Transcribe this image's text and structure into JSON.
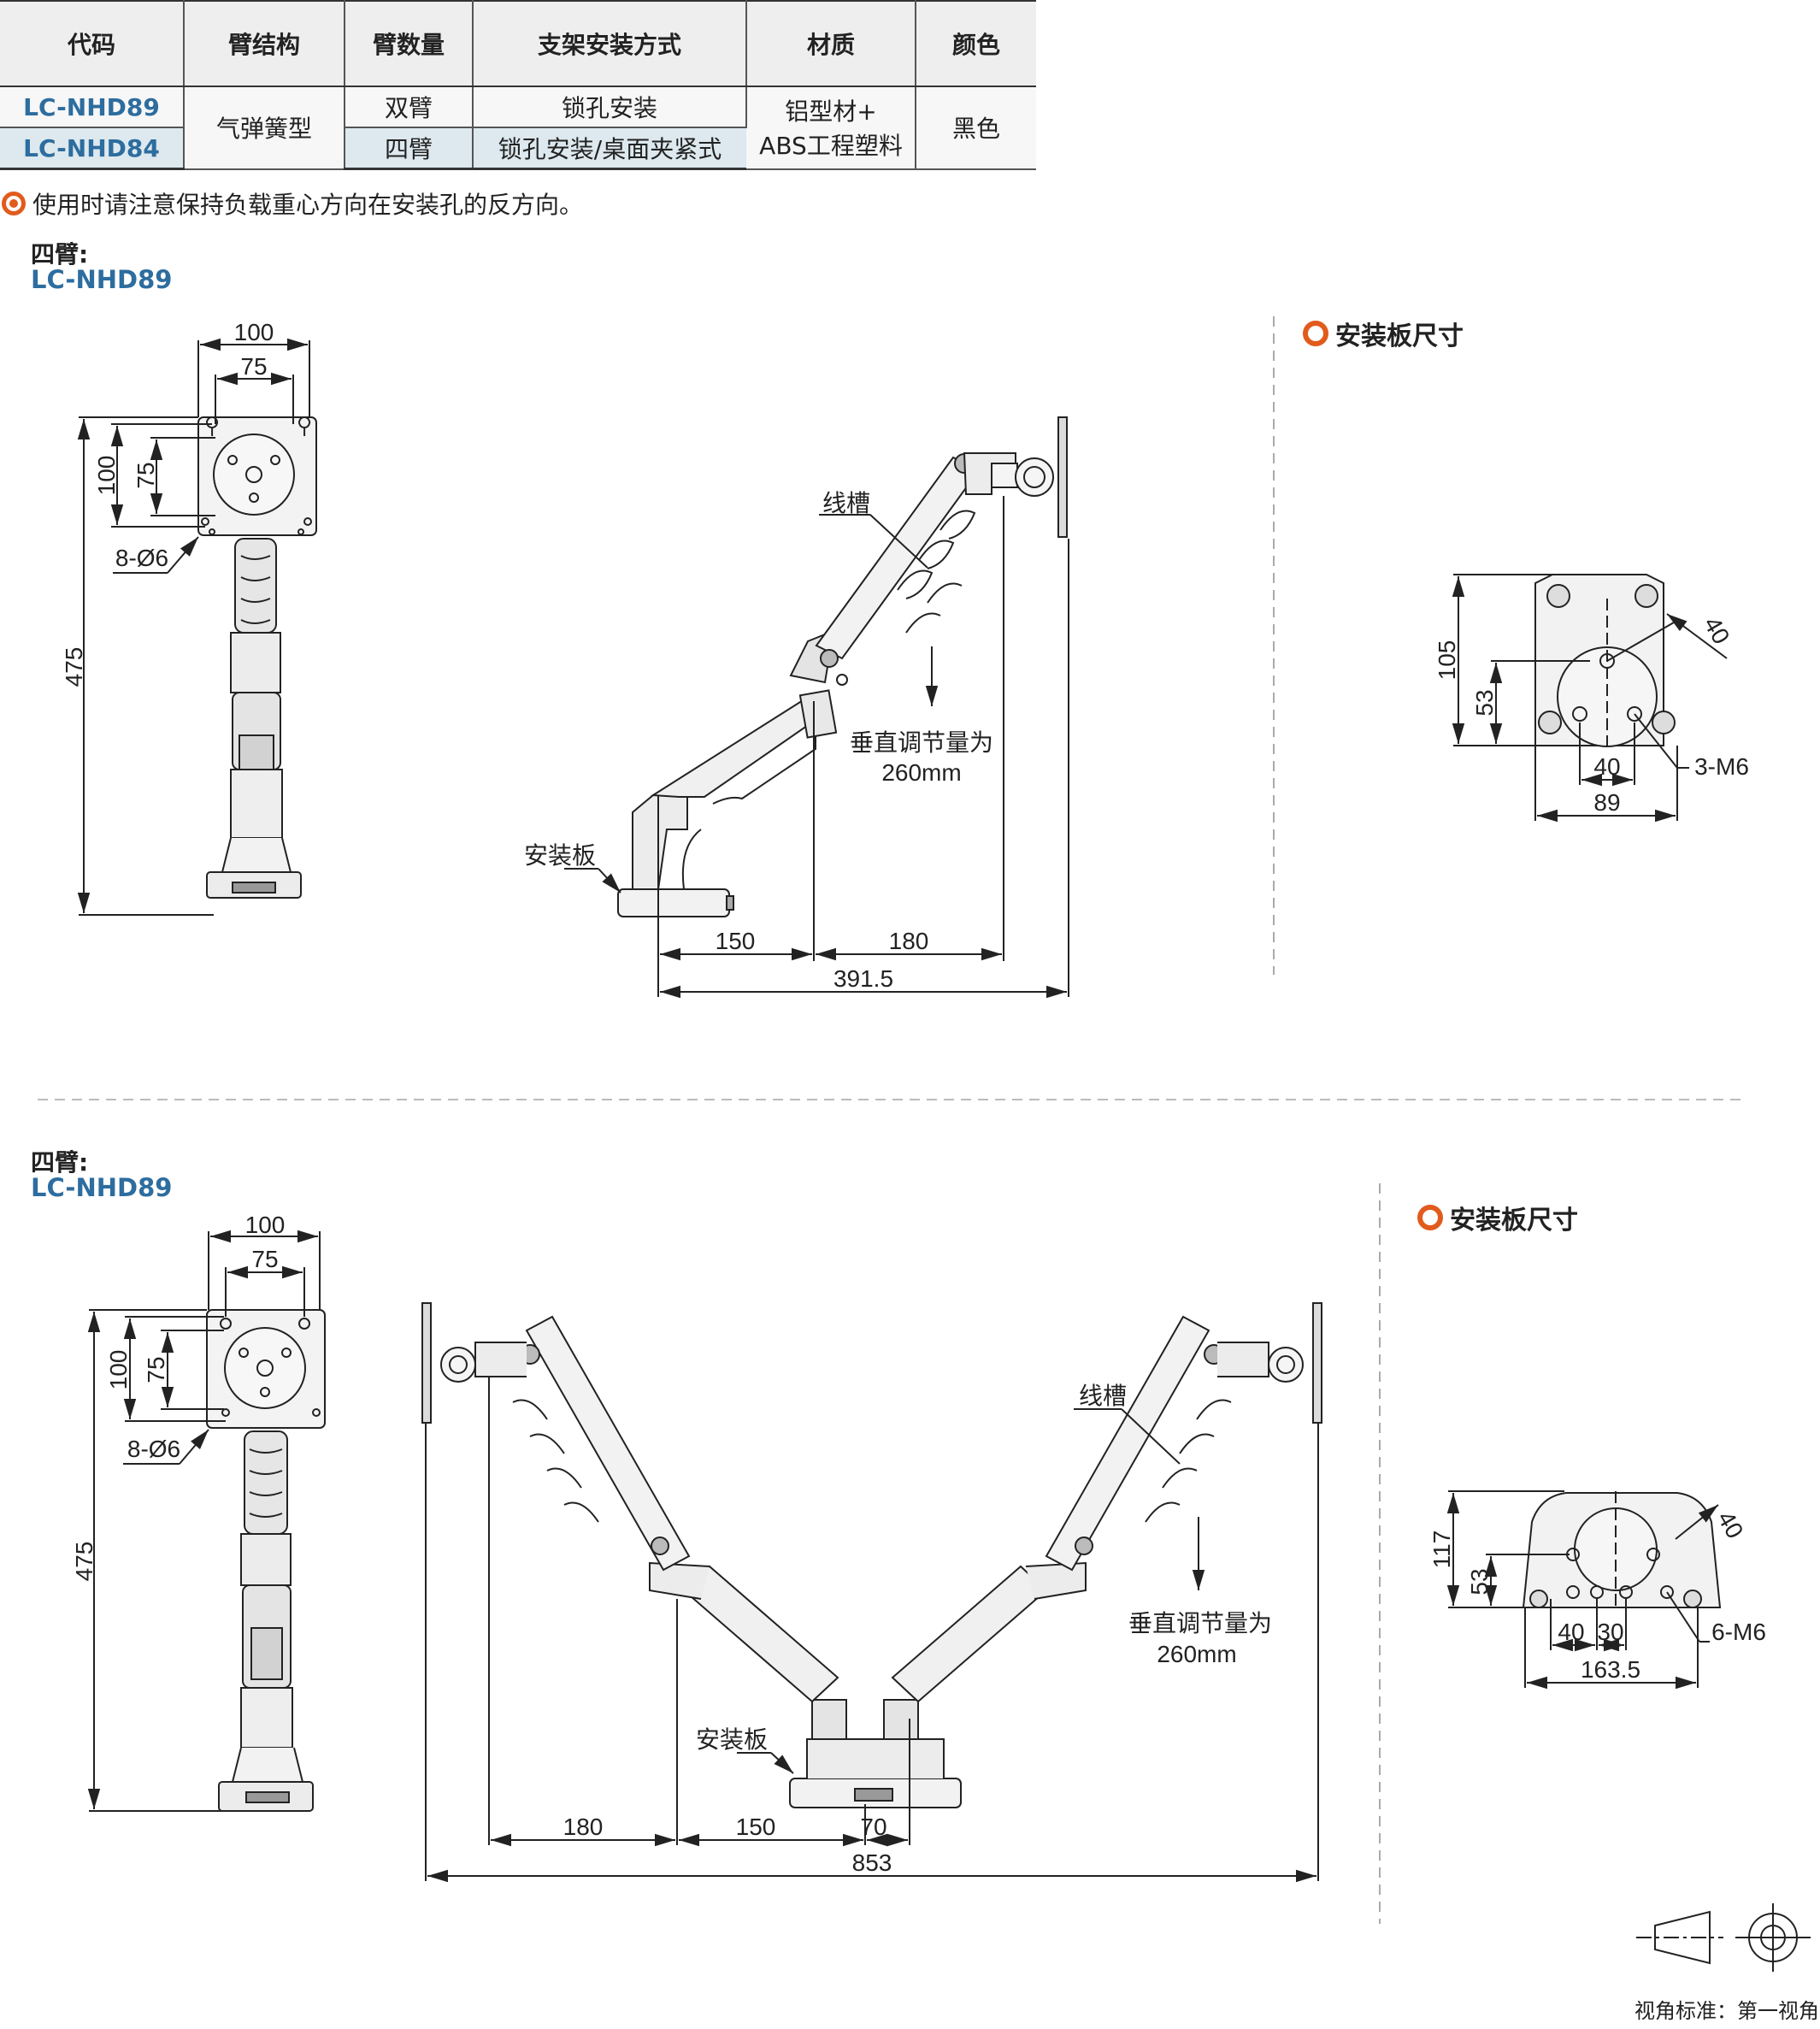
{
  "table": {
    "headers": [
      "代码",
      "臂结构",
      "臂数量",
      "支架安装方式",
      "材质",
      "颜色"
    ],
    "rows": [
      {
        "code": "LC-NHD89",
        "arm_count": "双臂",
        "mount": "锁孔安装"
      },
      {
        "code": "LC-NHD84",
        "arm_count": "四臂",
        "mount": "锁孔安装/桌面夹紧式"
      }
    ],
    "structure": "气弹簧型",
    "material_line1": "铝型材+",
    "material_line2": "ABS工程塑料",
    "color": "黑色"
  },
  "note": "使用时请注意保持负载重心方向在安装孔的反方向。",
  "section1": {
    "arms_label": "四臂:",
    "code": "LC-NHD89",
    "plate_title": "安装板尺寸",
    "dims": {
      "d100": "100",
      "d75": "75",
      "v100": "100",
      "v75": "75",
      "holes": "8-Ø6",
      "h475": "475",
      "d150": "150",
      "d180": "180",
      "d391": "391.5",
      "groove": "线槽",
      "vertical1": "垂直调节量为",
      "vertical2": "260mm",
      "plate": "安装板"
    },
    "plate_dims": {
      "h105": "105",
      "h53": "53",
      "d40a": "40",
      "d40b": "40",
      "w89": "89",
      "holes": "3-M6"
    }
  },
  "section2": {
    "arms_label": "四臂:",
    "code": "LC-NHD89",
    "plate_title": "安装板尺寸",
    "dims": {
      "d100": "100",
      "d75": "75",
      "v100": "100",
      "v75": "75",
      "holes": "8-Ø6",
      "h475": "475",
      "d180": "180",
      "d150": "150",
      "d70": "70",
      "d853": "853",
      "groove": "线槽",
      "vertical1": "垂直调节量为",
      "vertical2": "260mm",
      "plate": "安装板"
    },
    "plate_dims": {
      "h117": "117",
      "h53": "53",
      "d40a": "40",
      "d30": "30",
      "d40b": "40",
      "w163": "163.5",
      "holes": "6-M6"
    }
  },
  "view_label": "视角标准：第一视角"
}
